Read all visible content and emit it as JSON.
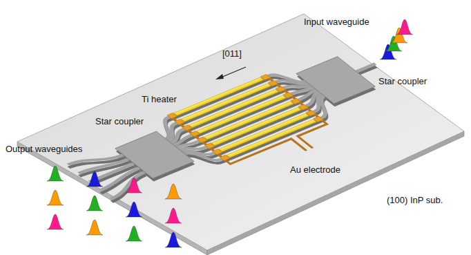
{
  "diagram": {
    "labels": [
      "Input waveguide",
      "[011]",
      "Ti heater",
      "Star coupler",
      "(100) InP sub.",
      "Au electrode",
      "Star coupler",
      "Output waveguides"
    ]
  }
}
